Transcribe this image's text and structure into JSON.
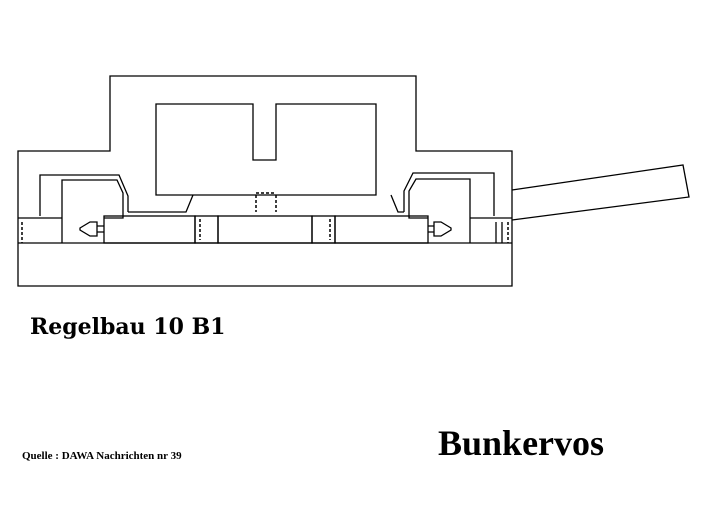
{
  "title": "Regelbau 10 B1",
  "source": "Quelle : DAWA Nachrichten nr 39",
  "brand": "Bunkervos",
  "colors": {
    "line": "#000000",
    "background": "#ffffff"
  }
}
